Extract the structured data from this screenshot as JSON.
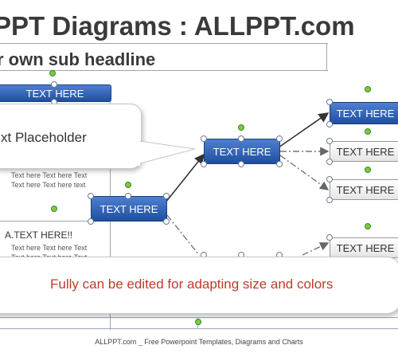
{
  "slide": {
    "title": "PPT Diagrams : ALLPPT.com",
    "subheadline": "r own sub headline",
    "top_box": "TEXT HERE",
    "callout_text": "xt Placeholder",
    "center_box": "TEXT HERE",
    "left_box": "TEXT HERE",
    "body_lines": [
      "Text here Text here Text",
      "Text here Text here text"
    ],
    "section_label": "A.TEXT HERE!!",
    "body_lines2": [
      "Text here Text here Text",
      "Text here Text here Text"
    ],
    "right_box_1": "TEXT HERE",
    "right_box_2": "TEXT HERE",
    "right_box_3": "TEXT HERE",
    "right_box_4": "TEXT HERE",
    "banner_text": "Fully can be edited for adapting size and colors",
    "footer": "ALLPPT.com _ Free Powerpoint Templates, Diagrams and Charts"
  },
  "colors": {
    "blue": "#2f60b8",
    "banner_text": "#c0392b"
  }
}
